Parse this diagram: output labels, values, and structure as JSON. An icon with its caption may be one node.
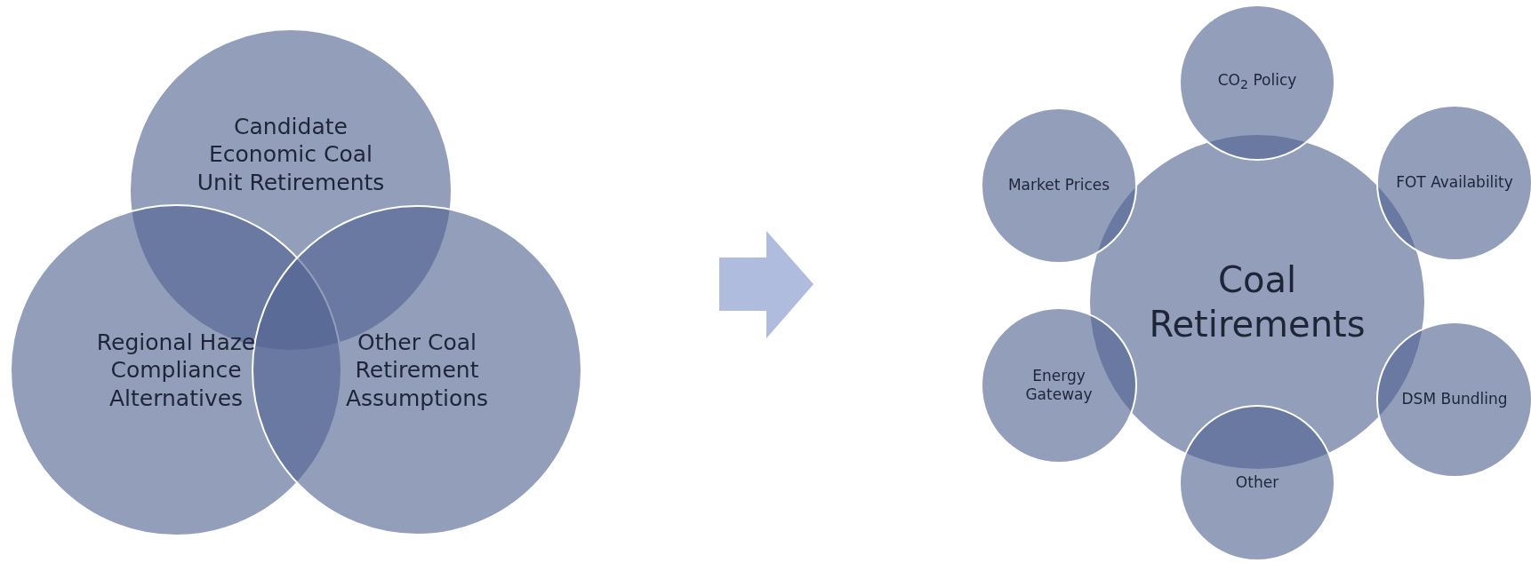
{
  "diagram": {
    "nodes": [
      {
        "text": [
          "Candidate Economic Coal Unit Retirements"
        ]
      },
      {
        "text": [
          "Regional Haze Compliance Alternatives"
        ]
      },
      {
        "text": [
          "Other Coal Retirement Assumptions"
        ]
      },
      {
        "text": [
          "Coal Retirements"
        ]
      },
      {
        "text": [
          "CO$_{2}$ Policy"
        ]
      },
      {
        "text": [
          "FOT Availability"
        ]
      },
      {
        "text": [
          "DSM Bundling"
        ]
      },
      {
        "text": [
          "Other"
        ]
      },
      {
        "text": [
          "Energy Gateway"
        ]
      },
      {
        "text": [
          "Market Prices"
        ]
      }
    ],
    "edges": []
  }
}
